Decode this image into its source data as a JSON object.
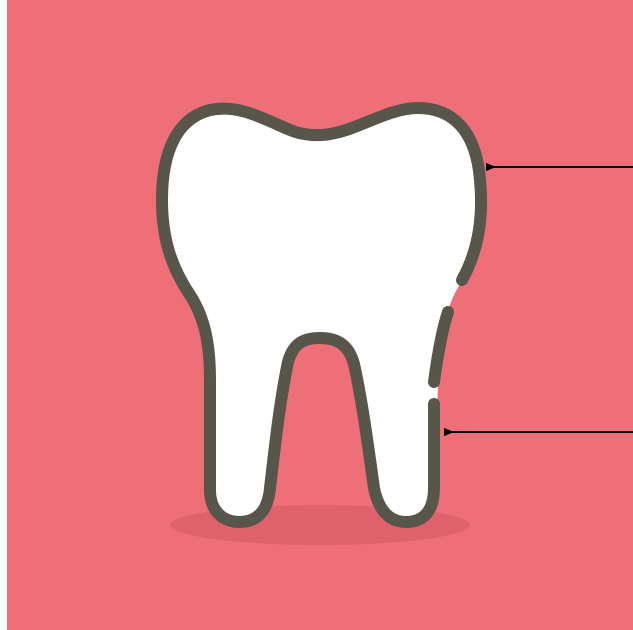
{
  "colors": {
    "page_background": "#ffffff",
    "panel_background": "#ef6f78",
    "tooth_fill": "#ffffff",
    "tooth_outline": "#58554a",
    "shadow": "#d9606a",
    "arrow": "#000000"
  },
  "diagram": {
    "subject": "tooth-icon",
    "labels": [],
    "arrows": [
      {
        "name": "arrow-crown",
        "points_to": "crown-outline"
      },
      {
        "name": "arrow-root",
        "points_to": "root-outline"
      }
    ]
  }
}
